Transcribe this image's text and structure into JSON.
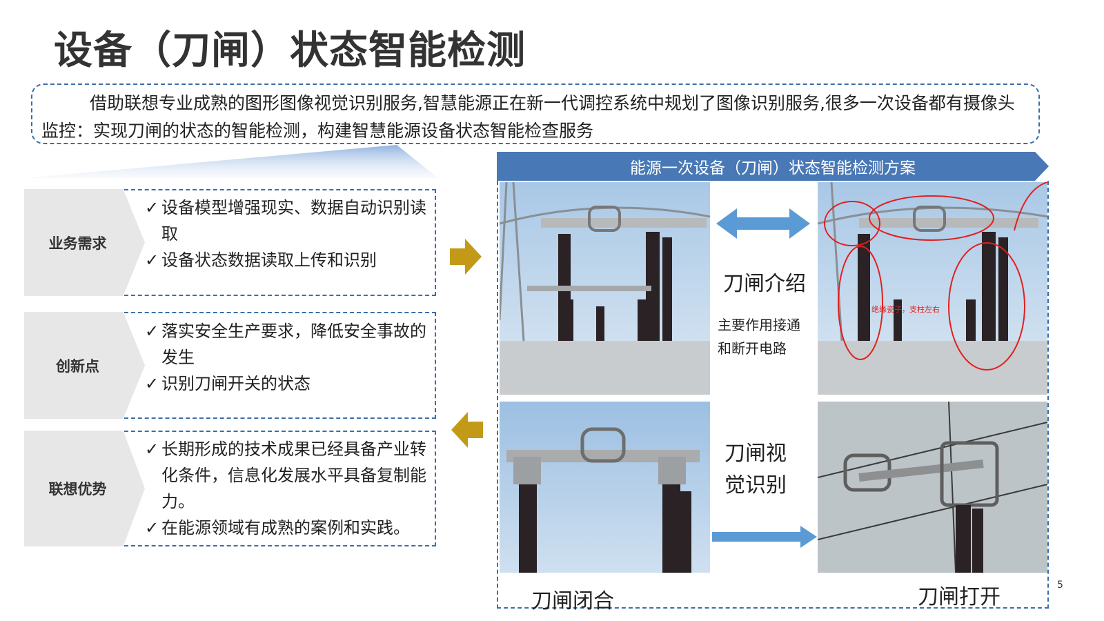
{
  "title": "设备（刀闸）状态智能检测",
  "intro": "借助联想专业成熟的图形图像视觉识别服务,智慧能源正在新一代调控系统中规划了图像识别服务,很多一次设备都有摄像头监控：实现刀闸的状态的智能检测，构建智慧能源设备状态智能检查服务",
  "rows": [
    {
      "label": "业务需求",
      "bullets": [
        "设备模型增强现实、数据自动识别读取",
        "设备状态数据读取上传和识别"
      ]
    },
    {
      "label": "创新点",
      "bullets": [
        "落实安全生产要求，降低安全事故的发生",
        "识别刀闸开关的状态"
      ]
    },
    {
      "label": "联想优势",
      "bullets": [
        "长期形成的技术成果已经具备产业转化条件，信息化发展水平具备复制能力。",
        "在能源领域有成熟的案例和实践。"
      ]
    }
  ],
  "banner": "能源一次设备（刀闸）状态智能检测方案",
  "intro_label": "刀闸介绍",
  "intro_desc": [
    "主要作用接通",
    "和断开电路"
  ],
  "vision_label": [
    "刀闸视",
    "觉识别"
  ],
  "closed_caption": "刀闸闭合",
  "open_caption": "刀闸打开",
  "annotation_text": "绝缘瓷子，支柱左右",
  "page_number": "5",
  "colors": {
    "accent": "#4878b5",
    "arrow_gold": "#c39a17",
    "arrow_blue": "#5b9bd5",
    "label_bg": "#e7e7e7",
    "annotation": "#e02020"
  }
}
